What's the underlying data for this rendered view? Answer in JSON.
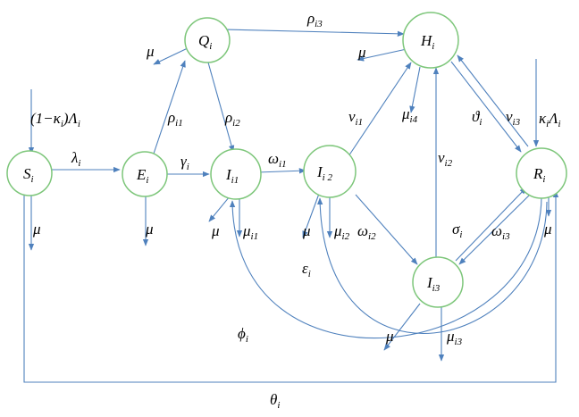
{
  "colors": {
    "node_stroke": "#7dc67a",
    "edge": "#4f81bd",
    "text": "#000000"
  },
  "nodes": [
    {
      "id": "S",
      "main": "S",
      "sub": "i"
    },
    {
      "id": "E",
      "main": "E",
      "sub": "i"
    },
    {
      "id": "Q",
      "main": "Q",
      "sub": "i"
    },
    {
      "id": "I1",
      "main": "I",
      "sub": "i1"
    },
    {
      "id": "I2",
      "main": "I",
      "sub": "i 2"
    },
    {
      "id": "I3",
      "main": "I",
      "sub": "i3"
    },
    {
      "id": "H",
      "main": "H",
      "sub": "i"
    },
    {
      "id": "R",
      "main": "R",
      "sub": "i"
    }
  ],
  "labels": [
    {
      "id": "inflow-S",
      "parts": [
        [
          "(1−",
          ""
        ],
        [
          "κ",
          ""
        ],
        [
          "i",
          "sub"
        ],
        [
          ")Λ",
          ""
        ],
        [
          "i",
          "sub"
        ]
      ]
    },
    {
      "id": "lambda",
      "parts": [
        [
          "λ",
          ""
        ],
        [
          "i",
          "sub"
        ]
      ]
    },
    {
      "id": "gamma",
      "parts": [
        [
          "γ",
          ""
        ],
        [
          "i",
          "sub"
        ]
      ]
    },
    {
      "id": "rho-i1",
      "parts": [
        [
          "ρ",
          ""
        ],
        [
          "i1",
          "sub"
        ]
      ]
    },
    {
      "id": "rho-i2",
      "parts": [
        [
          "ρ",
          ""
        ],
        [
          "i2",
          "sub"
        ]
      ]
    },
    {
      "id": "rho-i3",
      "parts": [
        [
          "ρ",
          ""
        ],
        [
          "i3",
          "sub"
        ]
      ]
    },
    {
      "id": "omega-i1",
      "parts": [
        [
          "ω",
          ""
        ],
        [
          "i1",
          "sub"
        ]
      ]
    },
    {
      "id": "omega-i2",
      "parts": [
        [
          "ω",
          ""
        ],
        [
          "i2",
          "sub"
        ]
      ]
    },
    {
      "id": "omega-i3",
      "parts": [
        [
          "ω",
          ""
        ],
        [
          "i3",
          "sub"
        ]
      ]
    },
    {
      "id": "nu-i1",
      "parts": [
        [
          "ν",
          ""
        ],
        [
          "i1",
          "sub"
        ]
      ]
    },
    {
      "id": "nu-i2",
      "parts": [
        [
          "ν",
          ""
        ],
        [
          "i2",
          "sub"
        ]
      ]
    },
    {
      "id": "nu-i3",
      "parts": [
        [
          "ν",
          ""
        ],
        [
          "i3",
          "sub"
        ]
      ]
    },
    {
      "id": "vartheta",
      "parts": [
        [
          "ϑ",
          ""
        ],
        [
          "i",
          "sub"
        ]
      ]
    },
    {
      "id": "kappa-lambda",
      "parts": [
        [
          "κ",
          ""
        ],
        [
          "i",
          "sub"
        ],
        [
          "Λ",
          ""
        ],
        [
          "i",
          "sub"
        ]
      ]
    },
    {
      "id": "sigma",
      "parts": [
        [
          "σ",
          ""
        ],
        [
          "i",
          "sub"
        ]
      ]
    },
    {
      "id": "epsilon",
      "parts": [
        [
          "ε",
          ""
        ],
        [
          "i",
          "sub"
        ]
      ]
    },
    {
      "id": "phi",
      "parts": [
        [
          "ϕ",
          ""
        ],
        [
          "i",
          "sub"
        ]
      ]
    },
    {
      "id": "theta",
      "parts": [
        [
          "θ",
          ""
        ],
        [
          "i",
          "sub"
        ]
      ]
    },
    {
      "id": "mu-S",
      "parts": [
        [
          "μ",
          ""
        ]
      ]
    },
    {
      "id": "mu-E",
      "parts": [
        [
          "μ",
          ""
        ]
      ]
    },
    {
      "id": "mu-Q",
      "parts": [
        [
          "μ",
          ""
        ]
      ]
    },
    {
      "id": "mu-I1",
      "parts": [
        [
          "μ",
          ""
        ]
      ]
    },
    {
      "id": "mu-i1",
      "parts": [
        [
          "μ",
          ""
        ],
        [
          "i1",
          "sub"
        ]
      ]
    },
    {
      "id": "mu-I2",
      "parts": [
        [
          "μ",
          ""
        ]
      ]
    },
    {
      "id": "mu-i2",
      "parts": [
        [
          "μ",
          ""
        ],
        [
          "i2",
          "sub"
        ]
      ]
    },
    {
      "id": "mu-I3",
      "parts": [
        [
          "μ",
          ""
        ]
      ]
    },
    {
      "id": "mu-i3",
      "parts": [
        [
          "μ",
          ""
        ],
        [
          "i3",
          "sub"
        ]
      ]
    },
    {
      "id": "mu-H",
      "parts": [
        [
          "μ",
          ""
        ]
      ]
    },
    {
      "id": "mu-i4",
      "parts": [
        [
          "μ",
          ""
        ],
        [
          "i4",
          "sub"
        ]
      ]
    },
    {
      "id": "mu-R",
      "parts": [
        [
          "μ",
          ""
        ]
      ]
    }
  ]
}
